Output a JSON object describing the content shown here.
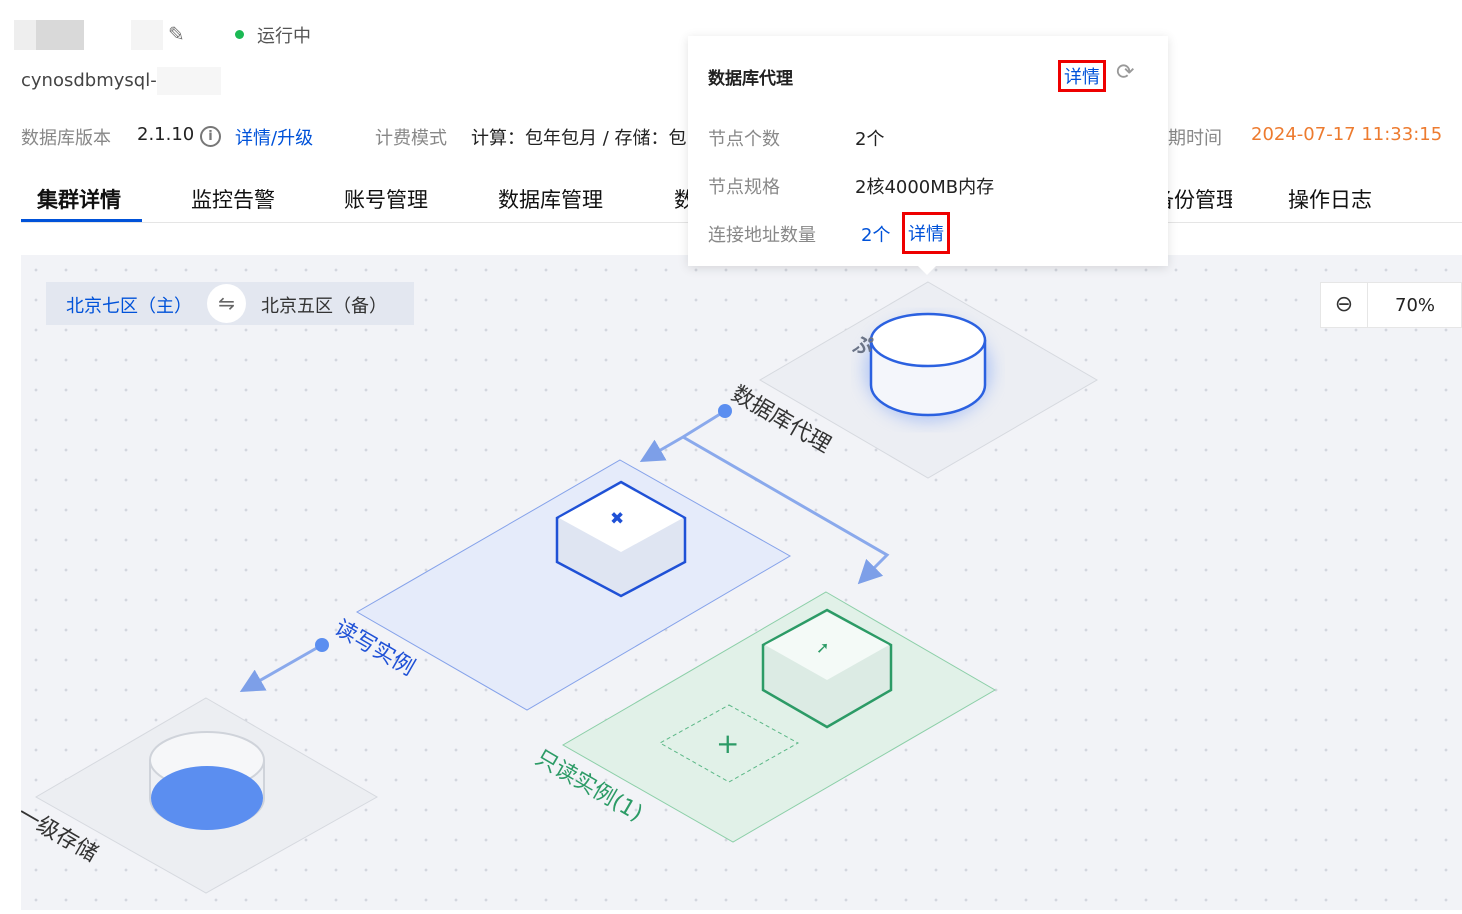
{
  "header": {
    "status": "运行中",
    "cluster_id_prefix": "cynosdbmysql-",
    "status_color": "#1bb954"
  },
  "info": {
    "version_label": "数据库版本",
    "version_value": "2.1.10",
    "version_link": "详情/升级",
    "billing_label": "计费模式",
    "billing_value": "计算：包年包月 / 存储：包",
    "expire_label": "到期时间",
    "expire_value": "2024-07-17 11:33:15"
  },
  "tabs": [
    {
      "label": "集群详情"
    },
    {
      "label": "监控告警"
    },
    {
      "label": "账号管理"
    },
    {
      "label": "数据库管理"
    },
    {
      "label": "数据库代理"
    },
    {
      "label": "备份管理"
    },
    {
      "label": "操作日志"
    }
  ],
  "popup": {
    "title": "数据库代理",
    "detail_link": "详情",
    "rows": [
      {
        "label": "节点个数",
        "value": "2个"
      },
      {
        "label": "节点规格",
        "value": "2核4000MB内存"
      },
      {
        "label": "连接地址数量",
        "value": "2个",
        "link": "详情"
      }
    ]
  },
  "region": {
    "primary": "北京七区（主）",
    "secondary": "北京五区（备）"
  },
  "zoom": {
    "level": "70%"
  },
  "diagram": {
    "proxy_label": "数据库代理",
    "rw_label": "读写实例",
    "ro_label": "只读实例(1)",
    "storage_label": "一级存储"
  }
}
